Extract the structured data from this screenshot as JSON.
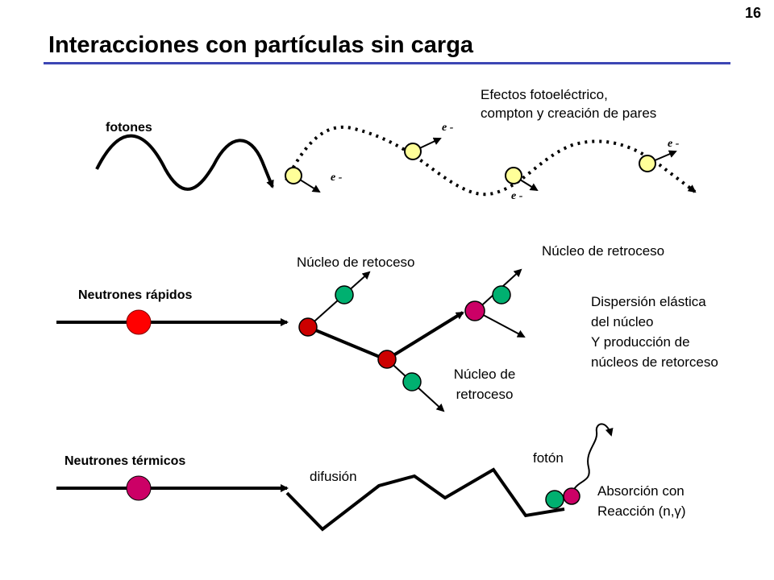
{
  "slide": {
    "number": "16",
    "title": "Interacciones con partículas sin carga"
  },
  "photons": {
    "label": "fotones",
    "effects_line1": "Efectos fotoeléctrico,",
    "effects_line2": "compton y creación de pares",
    "electron_label": "e -",
    "electron_color": "#ffff99"
  },
  "fast_neutrons": {
    "label": "Neutrones rápidos",
    "recoil_top_left": "Núcleo de retoceso",
    "recoil_top_right": "Núcleo de retroceso",
    "recoil_bottom_line1": "Núcleo de",
    "recoil_bottom_line2": "retroceso",
    "desc_line1": "Dispersión elástica",
    "desc_line2": "del núcleo",
    "desc_line3": "Y producción de",
    "desc_line4": "núcleos de retorceso",
    "neutron_color": "#ff0000",
    "struck_color": "#cc0000",
    "recoil_color": "#00b070",
    "magenta_color": "#cc0066"
  },
  "thermal_neutrons": {
    "label": "Neutrones térmicos",
    "diffusion_label": "difusión",
    "photon_label": "fotón",
    "absorption_line1": "Absorción con",
    "absorption_line2": "Reacción (n,γ)",
    "neutron_color": "#cc0066"
  }
}
